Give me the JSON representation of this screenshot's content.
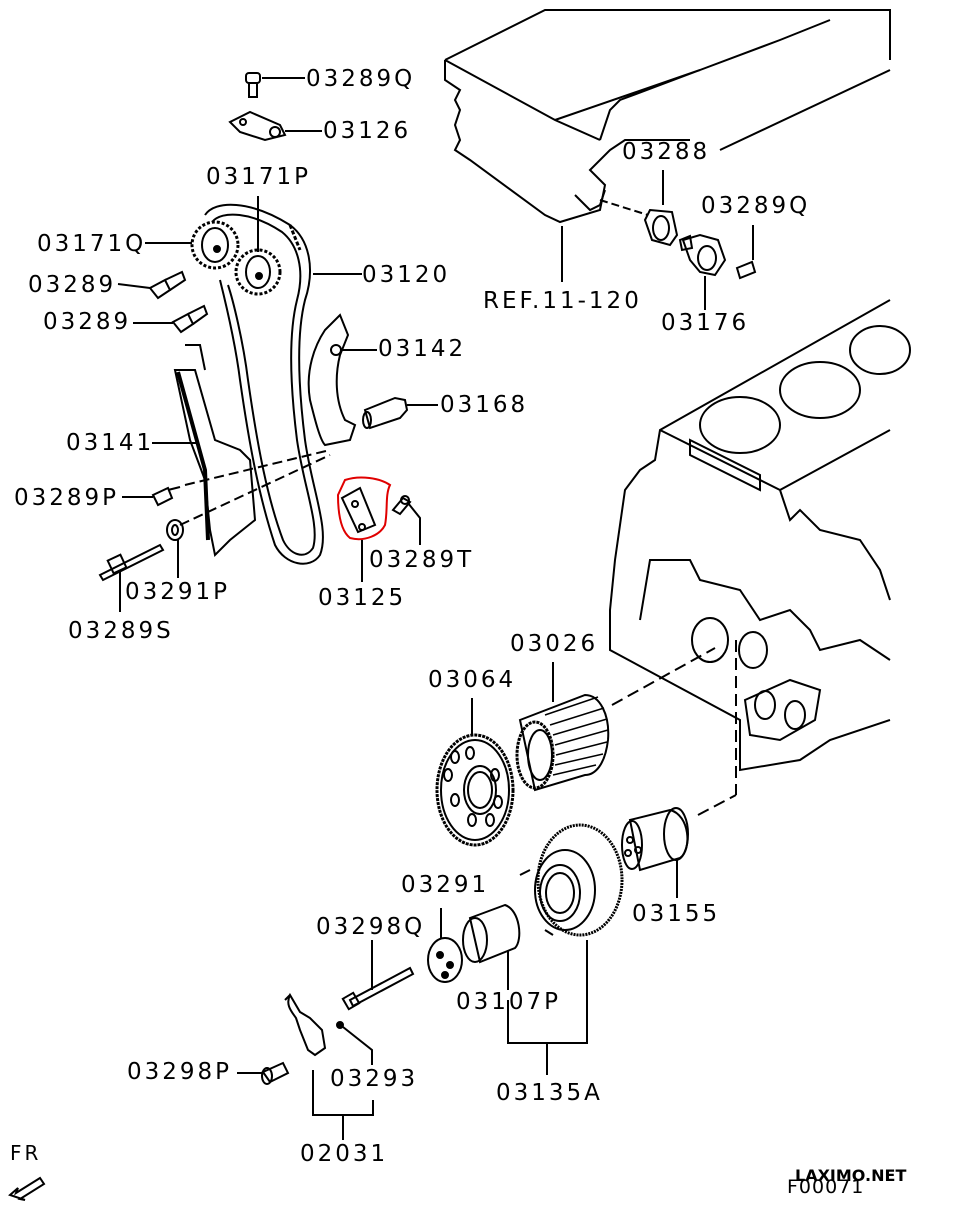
{
  "diagram": {
    "title": "Timing chain / balancer drive parts diagram",
    "highlight_color": "#e00000",
    "line_color": "#000000",
    "labels": {
      "p03289q_top": "03289Q",
      "p03126": "03126",
      "p03171p": "03171P",
      "p03171q": "03171Q",
      "p03120": "03120",
      "p03289_a": "03289",
      "p03289_b": "03289",
      "p03142": "03142",
      "p03168": "03168",
      "p03141": "03141",
      "p03289p": "03289P",
      "p03291p": "03291P",
      "p03289s": "03289S",
      "p03125": "03125",
      "p03289t": "03289T",
      "p03288": "03288",
      "p03289q_right": "03289Q",
      "ref": "REF.11-120",
      "p03176": "03176",
      "p03026": "03026",
      "p03064": "03064",
      "p03291": "03291",
      "p03298q": "03298Q",
      "p03155": "03155",
      "p03107p": "03107P",
      "p03298p": "03298P",
      "p03293": "03293",
      "p03135a": "03135A",
      "p02031": "02031",
      "fr": "FR"
    },
    "highlighted_part": "03125",
    "figure_code": "F00071",
    "watermark": "LAXIMO.NET"
  }
}
